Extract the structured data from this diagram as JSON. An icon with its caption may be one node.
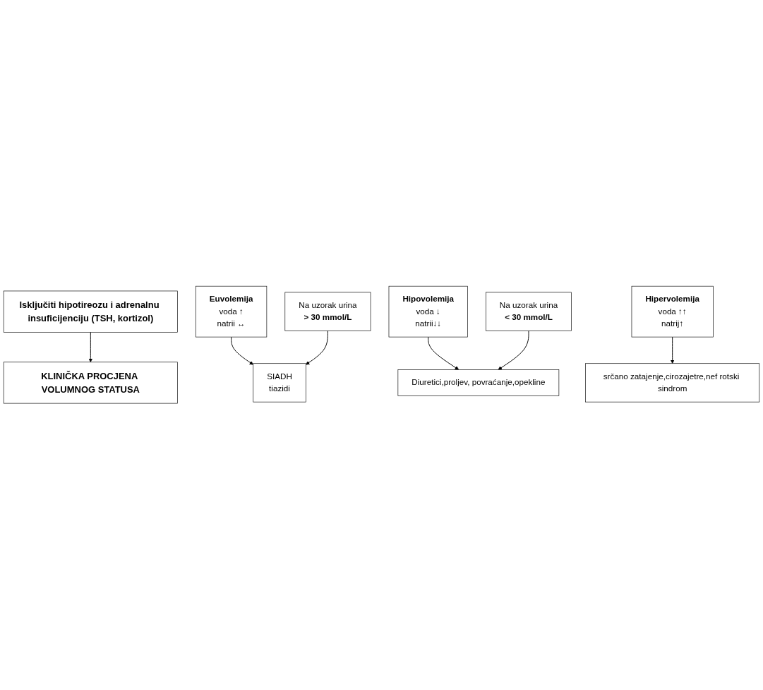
{
  "diagram": {
    "nodes": [
      {
        "text": [
          "Isključiti hipotireozu i adrenalnu insuficijenciju (TSH, kortizol)"
        ]
      },
      {
        "text": [
          "KLINIČKA PROCJENA VOLUMNOG STATUSA"
        ]
      },
      {
        "text": [
          "Euvolemija",
          "voda ↑",
          "natrii ↔"
        ]
      },
      {
        "text": [
          "Hipovolemija",
          "voda ↓",
          "natrii↓↓"
        ]
      },
      {
        "text": [
          "Hipervolemija",
          "voda ↑↑",
          "natrij↑"
        ]
      },
      {
        "text": [
          "SIADH",
          "tiazidi"
        ]
      },
      {
        "text": [
          "Diuretici,proljev, povraćanje,opekline"
        ]
      },
      {
        "text": [
          "srčano zatajenje,cirozajetre,nef rotski sindrom"
        ]
      },
      {
        "text": [
          "Na uzorak urina",
          "> 30 mmol/L"
        ]
      },
      {
        "text": [
          "Na uzorak urina",
          "< 30 mmol/L"
        ]
      }
    ],
    "edges": [
      {
        "from": 0,
        "to": 1,
        "arrow": "to"
      },
      {
        "from": 2,
        "to": 5,
        "arrow": "to"
      },
      {
        "from": 3,
        "to": 6,
        "arrow": "to"
      },
      {
        "from": 4,
        "to": 7,
        "arrow": "to"
      },
      {
        "from": 8,
        "to": 5,
        "arrow": "to"
      },
      {
        "from": 9,
        "to": 6,
        "arrow": "to"
      }
    ]
  }
}
